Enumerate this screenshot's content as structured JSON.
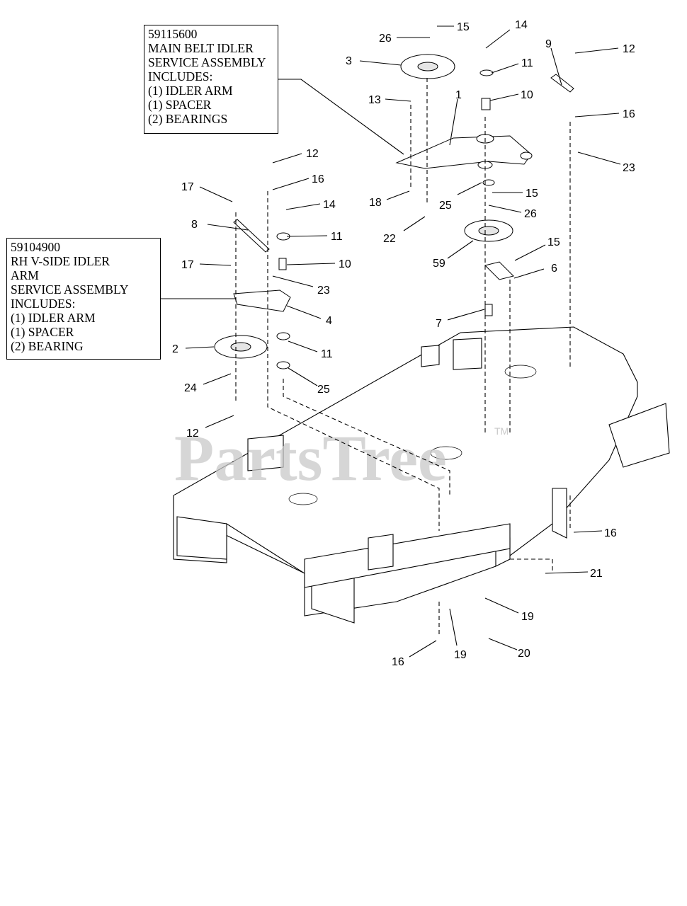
{
  "watermark": {
    "brand": "PartsTree",
    "tm": "TM"
  },
  "callouts": {
    "main_belt": [
      "59115600",
      "MAIN BELT IDLER",
      "SERVICE ASSEMBLY",
      "INCLUDES:",
      "(1) IDLER ARM",
      "(1) SPACER",
      "(2) BEARINGS"
    ],
    "rh_vside": [
      "59104900",
      "RH V-SIDE IDLER",
      "ARM",
      "SERVICE ASSEMBLY",
      "INCLUDES:",
      "(1) IDLER ARM",
      "(1) SPACER",
      "(2) BEARING"
    ]
  },
  "part_labels": [
    "15",
    "26",
    "14",
    "3",
    "11",
    "12",
    "9",
    "13",
    "10",
    "1",
    "16",
    "23",
    "12",
    "16",
    "17",
    "14",
    "15",
    "18",
    "26",
    "25",
    "8",
    "11",
    "22",
    "15",
    "10",
    "17",
    "59",
    "6",
    "23",
    "4",
    "7",
    "2",
    "11",
    "25",
    "24",
    "12",
    "16",
    "21",
    "19",
    "19",
    "20",
    "16"
  ],
  "part_labels_note": ""
}
